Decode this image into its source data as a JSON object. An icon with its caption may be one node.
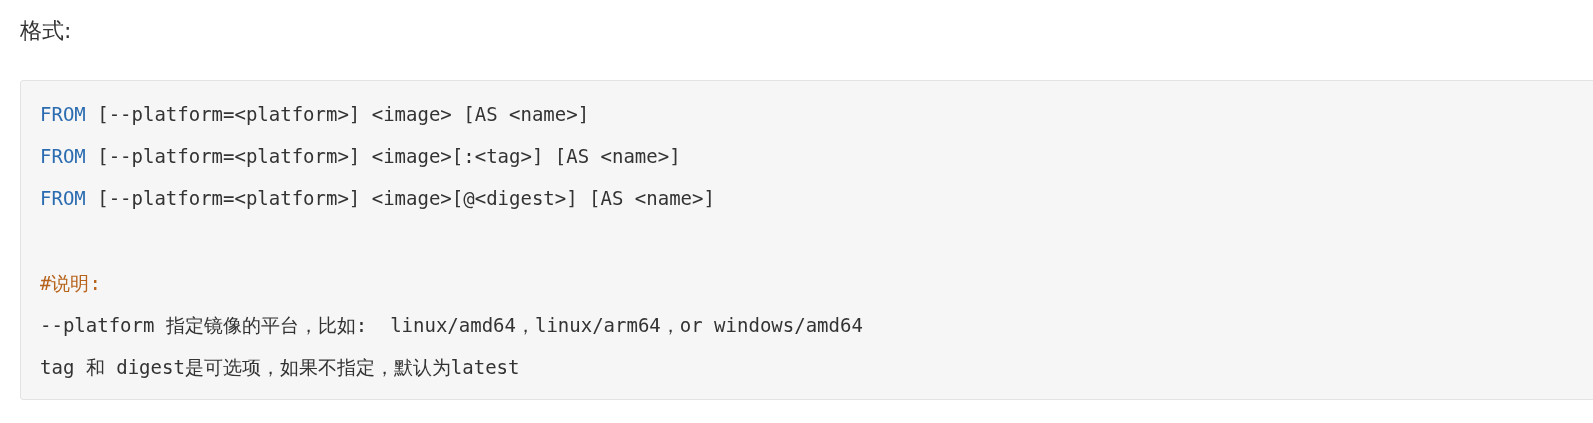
{
  "diagram": {
    "title": "格式:",
    "labels": [
      "FROM [--platform=<platform>] <image> [AS <name>]",
      "FROM [--platform=<platform>] <image>[:<tag>] [AS <name>]",
      "FROM [--platform=<platform>] <image>[@<digest>] [AS <name>]",
      "#说明:",
      "--platform 指定镜像的平台，比如:  linux/amd64，linux/arm64，or windows/amd64",
      "tag 和 digest是可选项，如果不指定，默认为latest"
    ]
  }
}
